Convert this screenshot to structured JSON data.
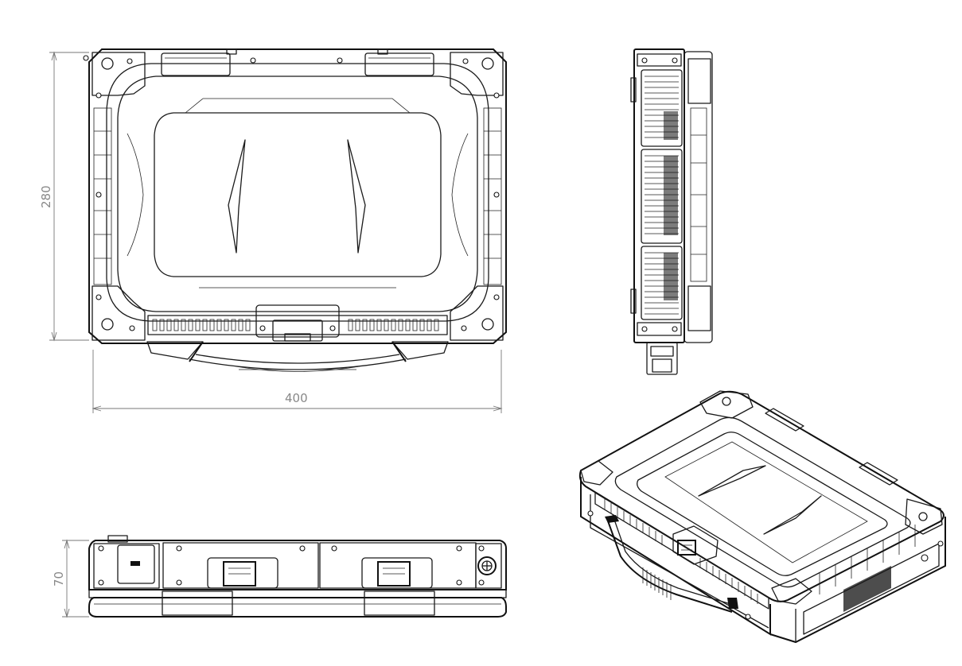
{
  "dimensions": {
    "height_label": "280",
    "width_label": "400",
    "depth_label": "70"
  },
  "views": [
    "top-view",
    "side-view",
    "front-view",
    "isometric-view"
  ],
  "colors": {
    "line": "#1a1a1a",
    "dimension": "#888888",
    "background": "#ffffff"
  }
}
